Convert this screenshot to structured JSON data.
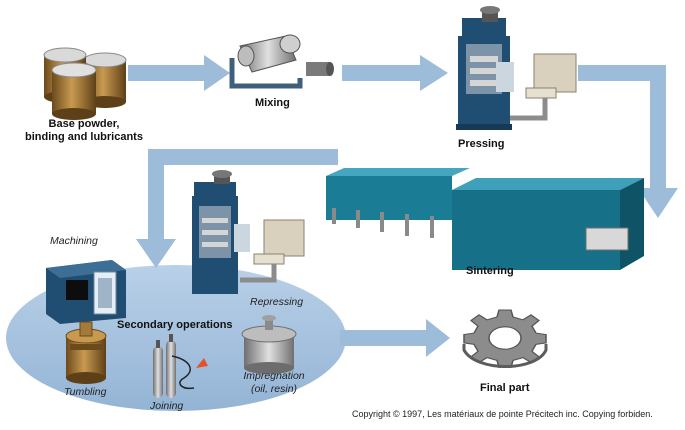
{
  "steps": {
    "base_powder": "Base powder,\nbinding and lubricants",
    "mixing": "Mixing",
    "pressing": "Pressing",
    "sintering": "Sintering",
    "secondary": "Secondary operations",
    "machining": "Machining",
    "repressing": "Repressing",
    "tumbling": "Tumbling",
    "joining": "Joining",
    "impregnation": "Impregnation\n(oil, resin)",
    "final": "Final part"
  },
  "copyright": "Copyright © 1997, Les matériaux de pointe Précitech inc. Copying forbiden.",
  "icons": [
    "powder-cans-icon",
    "mixer-icon",
    "press-icon",
    "sintering-furnace-icon",
    "cnc-machine-icon",
    "tumbler-icon",
    "gas-cylinders-icon",
    "impregnation-tank-icon",
    "gear-icon"
  ],
  "colors": {
    "arrow": "#9dbcd9",
    "ellipse": "#a8c3df",
    "press": "#1f4e72",
    "furnace": "#1f8aa3",
    "can": "#a27a3a",
    "gear": "#8c8c8c"
  }
}
